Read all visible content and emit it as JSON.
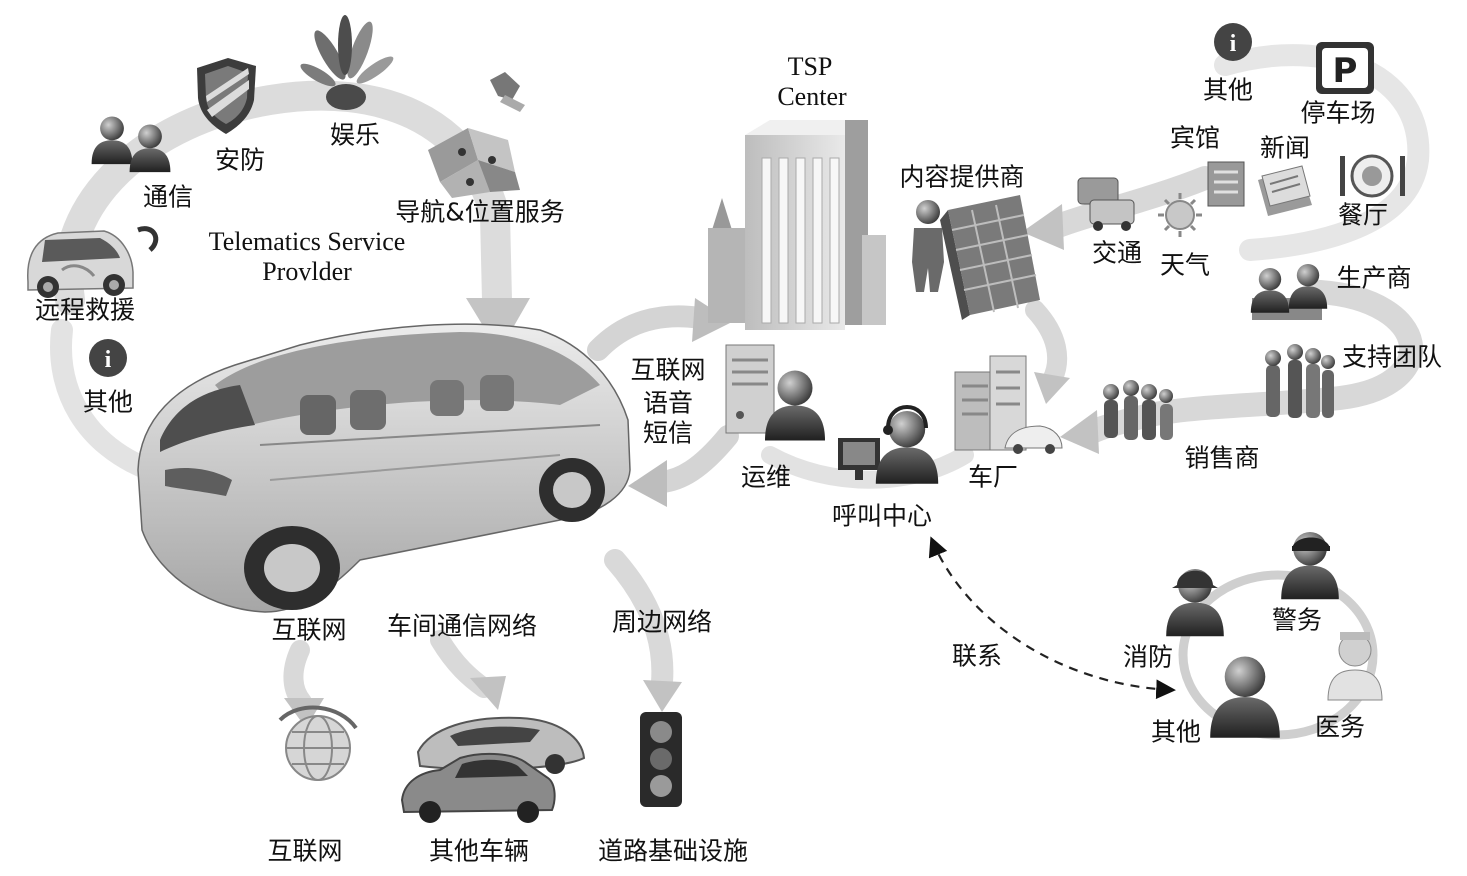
{
  "diagram": {
    "tsp": {
      "line1": "TSP",
      "line2": "Center"
    },
    "provider": {
      "line1": "Telematics Service",
      "line2": "Provlder"
    },
    "services": {
      "communication": "通信",
      "security": "安防",
      "entertainment": "娱乐",
      "navigation": "导航&位置服务",
      "remote_rescue": "远程救援",
      "other": "其他"
    },
    "channels": {
      "internet": "互联网",
      "voice": "语音",
      "sms": "短信"
    },
    "center": {
      "operations": "运维",
      "call_center": "呼叫中心",
      "oem": "车厂",
      "content_provider": "内容提供商"
    },
    "content": {
      "other": "其他",
      "parking": "停车场",
      "hotel": "宾馆",
      "news": "新闻",
      "restaurant": "餐厅",
      "traffic": "交通",
      "weather": "天气"
    },
    "industry": {
      "manufacturer": "生产商",
      "support_team": "支持团队",
      "dealer": "销售商"
    },
    "networks": {
      "internet": "互联网",
      "v2v": "车间通信网络",
      "peripheral": "周边网络"
    },
    "endpoints": {
      "internet": "互联网",
      "other_vehicles": "其他车辆",
      "road_infrastructure": "道路基础设施"
    },
    "emergency": {
      "link": "联系",
      "fire": "消防",
      "police": "警务",
      "other": "其他",
      "medical": "医务"
    },
    "icon_text": {
      "info": "i",
      "parking": "P"
    }
  }
}
